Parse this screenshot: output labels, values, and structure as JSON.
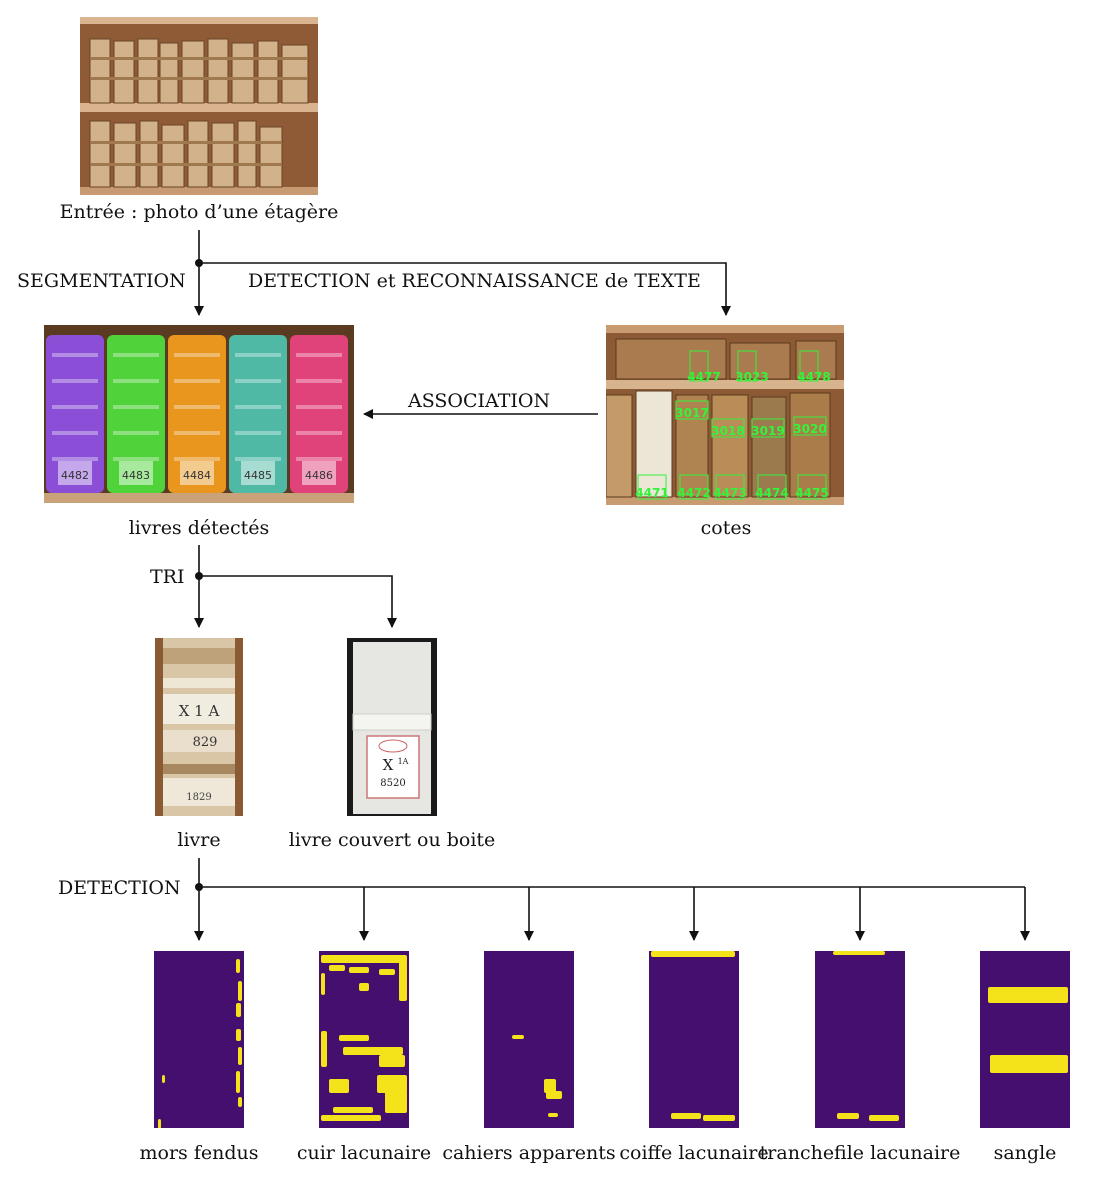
{
  "captions": {
    "input": "Entrée : photo d’une étagère",
    "segmentation": "SEGMENTATION",
    "detection_text": "DETECTION et RECONNAISSANCE de TEXTE",
    "association": "ASSOCIATION",
    "detected_books": "livres détectés",
    "shelfmarks": "cotes",
    "sort": "TRI",
    "book": "livre",
    "covered_book": "livre couvert ou boite",
    "detection": "DETECTION"
  },
  "segmented_books": [
    {
      "label": "4482",
      "color": "#8a4fd6"
    },
    {
      "label": "4483",
      "color": "#4fd23a"
    },
    {
      "label": "4484",
      "color": "#e9961f"
    },
    {
      "label": "4485",
      "color": "#4fb9a6"
    },
    {
      "label": "4486",
      "color": "#e0437a"
    }
  ],
  "shelf_codes": {
    "top_row": [
      "4477",
      "3023",
      "4478"
    ],
    "middle_row": [
      "3017",
      "3018",
      "3019",
      "3020"
    ],
    "bottom_row": [
      "4471",
      "4472",
      "4473",
      "4474",
      "4475"
    ]
  },
  "book_spine_text": [
    "X 1 A",
    "829",
    "1829"
  ],
  "box_label": {
    "line1": "X",
    "sup": "1A",
    "line2": "8520"
  },
  "detections": [
    {
      "name": "mors fendus"
    },
    {
      "name": "cuir lacunaire"
    },
    {
      "name": "cahiers apparents"
    },
    {
      "name": "coiffe lacunaire"
    },
    {
      "name": "tranchefile lacunaire"
    },
    {
      "name": "sangle"
    }
  ],
  "colors": {
    "mask_bg": "#440f6e",
    "mask_fg": "#f4e21b",
    "detect_text": "#35f23a"
  }
}
